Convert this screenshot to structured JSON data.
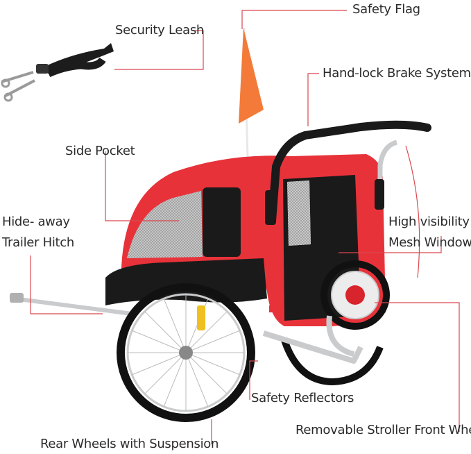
{
  "callouts": {
    "safety_flag": "Safety Flag",
    "security_leash": "Security Leash",
    "hand_lock_brake": "Hand-lock Brake System",
    "side_pocket": "Side Pocket",
    "trailer_hitch_line1": "Hide- away",
    "trailer_hitch_line2": "Trailer Hitch",
    "mesh_window_line1": "High visibility",
    "mesh_window_line2": "Mesh Window",
    "safety_reflectors": "Safety Reflectors",
    "front_wheel": "Removable Stroller Front Wheel",
    "rear_wheels": "Rear Wheels with Suspension"
  },
  "colors": {
    "callout_line": "#d9484f",
    "body_red": "#e8323a",
    "body_black": "#1a1a1a",
    "flag_orange": "#f47a3a",
    "frame_silver": "#c9cbcd"
  }
}
